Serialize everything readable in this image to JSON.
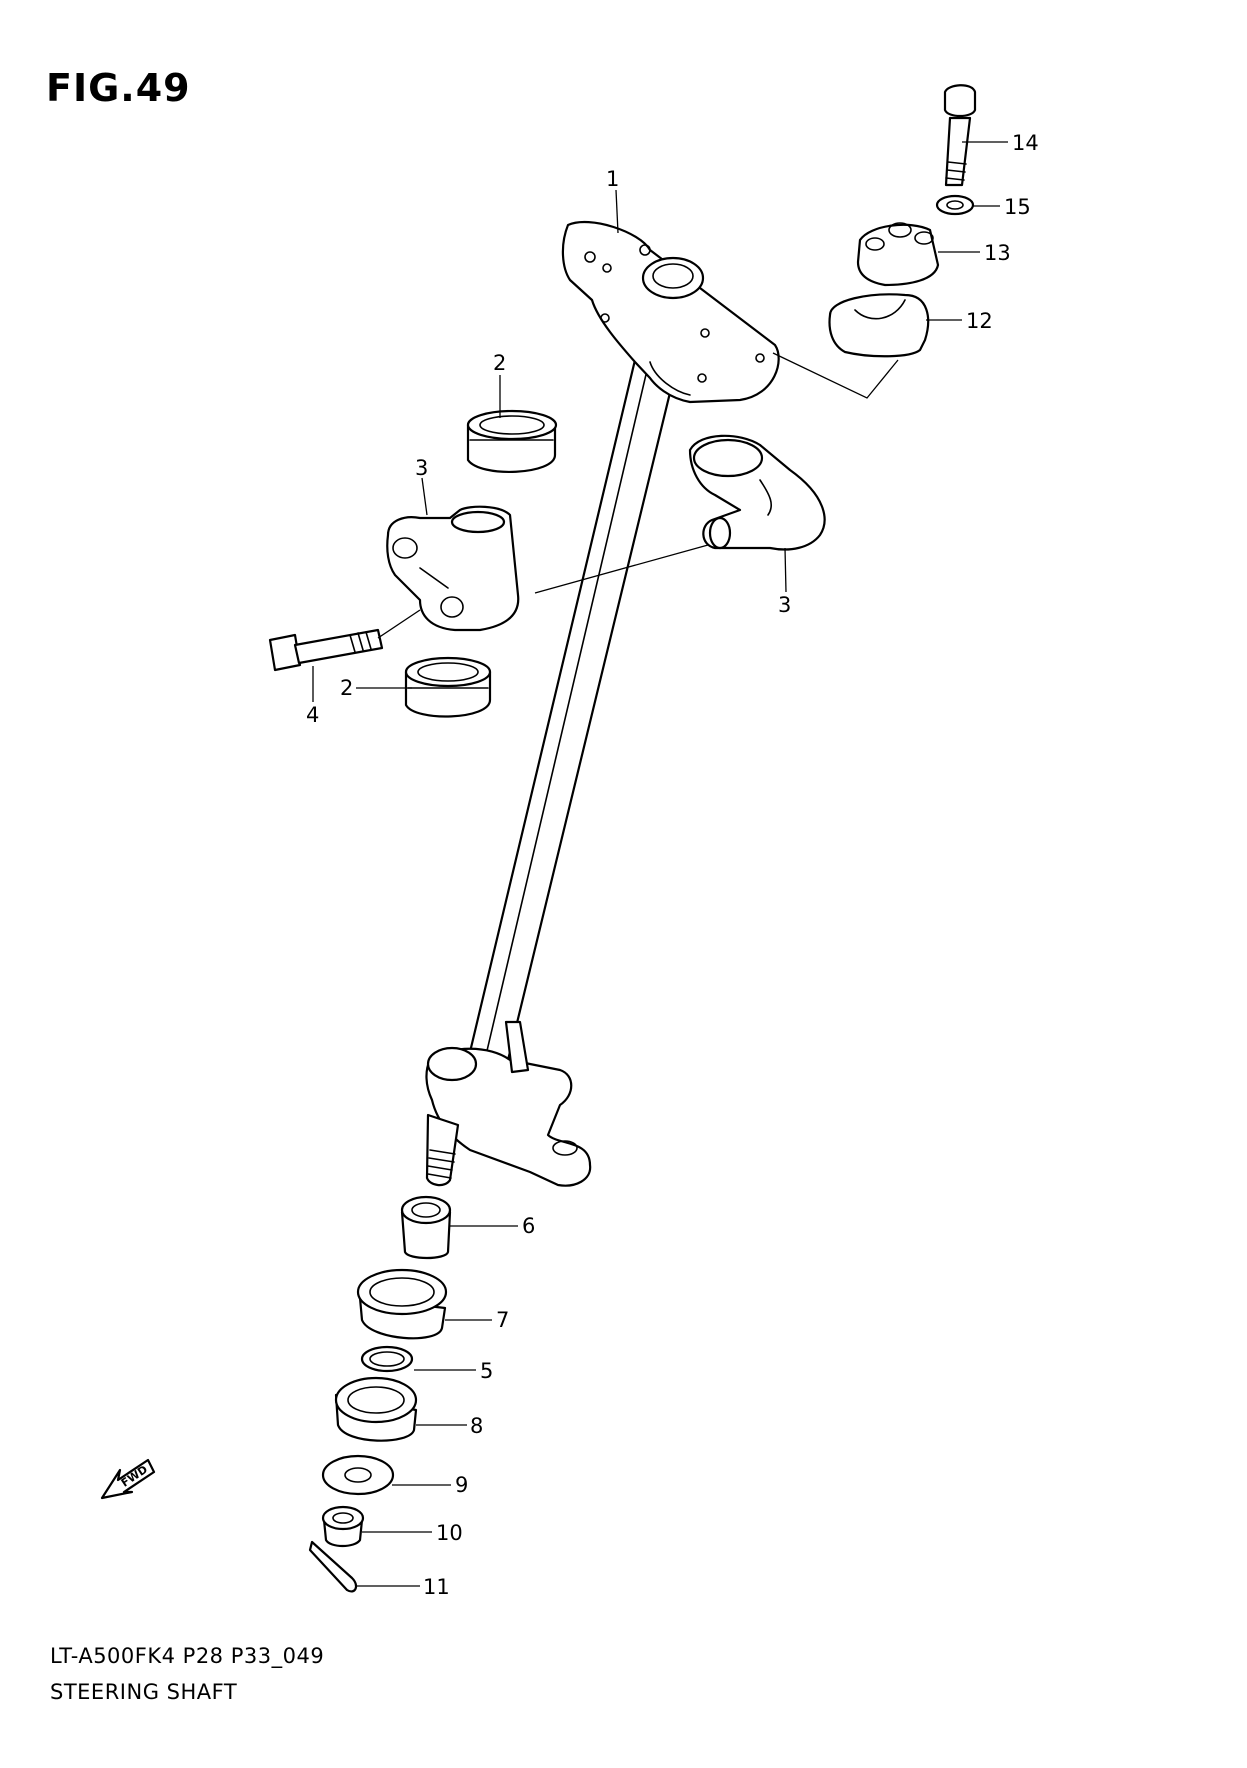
{
  "figure": {
    "title": "FIG.49"
  },
  "caption": {
    "model_code": "LT-A500FK4 P28 P33_049",
    "part_name": "STEERING SHAFT"
  },
  "fwd_arrow": {
    "label": "FWD",
    "icon": "forward-arrow-icon"
  },
  "callouts": [
    {
      "id": "c1",
      "number": "1"
    },
    {
      "id": "c2a",
      "number": "2"
    },
    {
      "id": "c2b",
      "number": "2"
    },
    {
      "id": "c3a",
      "number": "3"
    },
    {
      "id": "c3b",
      "number": "3"
    },
    {
      "id": "c4",
      "number": "4"
    },
    {
      "id": "c5",
      "number": "5"
    },
    {
      "id": "c6",
      "number": "6"
    },
    {
      "id": "c7",
      "number": "7"
    },
    {
      "id": "c8",
      "number": "8"
    },
    {
      "id": "c9",
      "number": "9"
    },
    {
      "id": "c10",
      "number": "10"
    },
    {
      "id": "c11",
      "number": "11"
    },
    {
      "id": "c12",
      "number": "12"
    },
    {
      "id": "c13",
      "number": "13"
    },
    {
      "id": "c14",
      "number": "14"
    },
    {
      "id": "c15",
      "number": "15"
    }
  ]
}
